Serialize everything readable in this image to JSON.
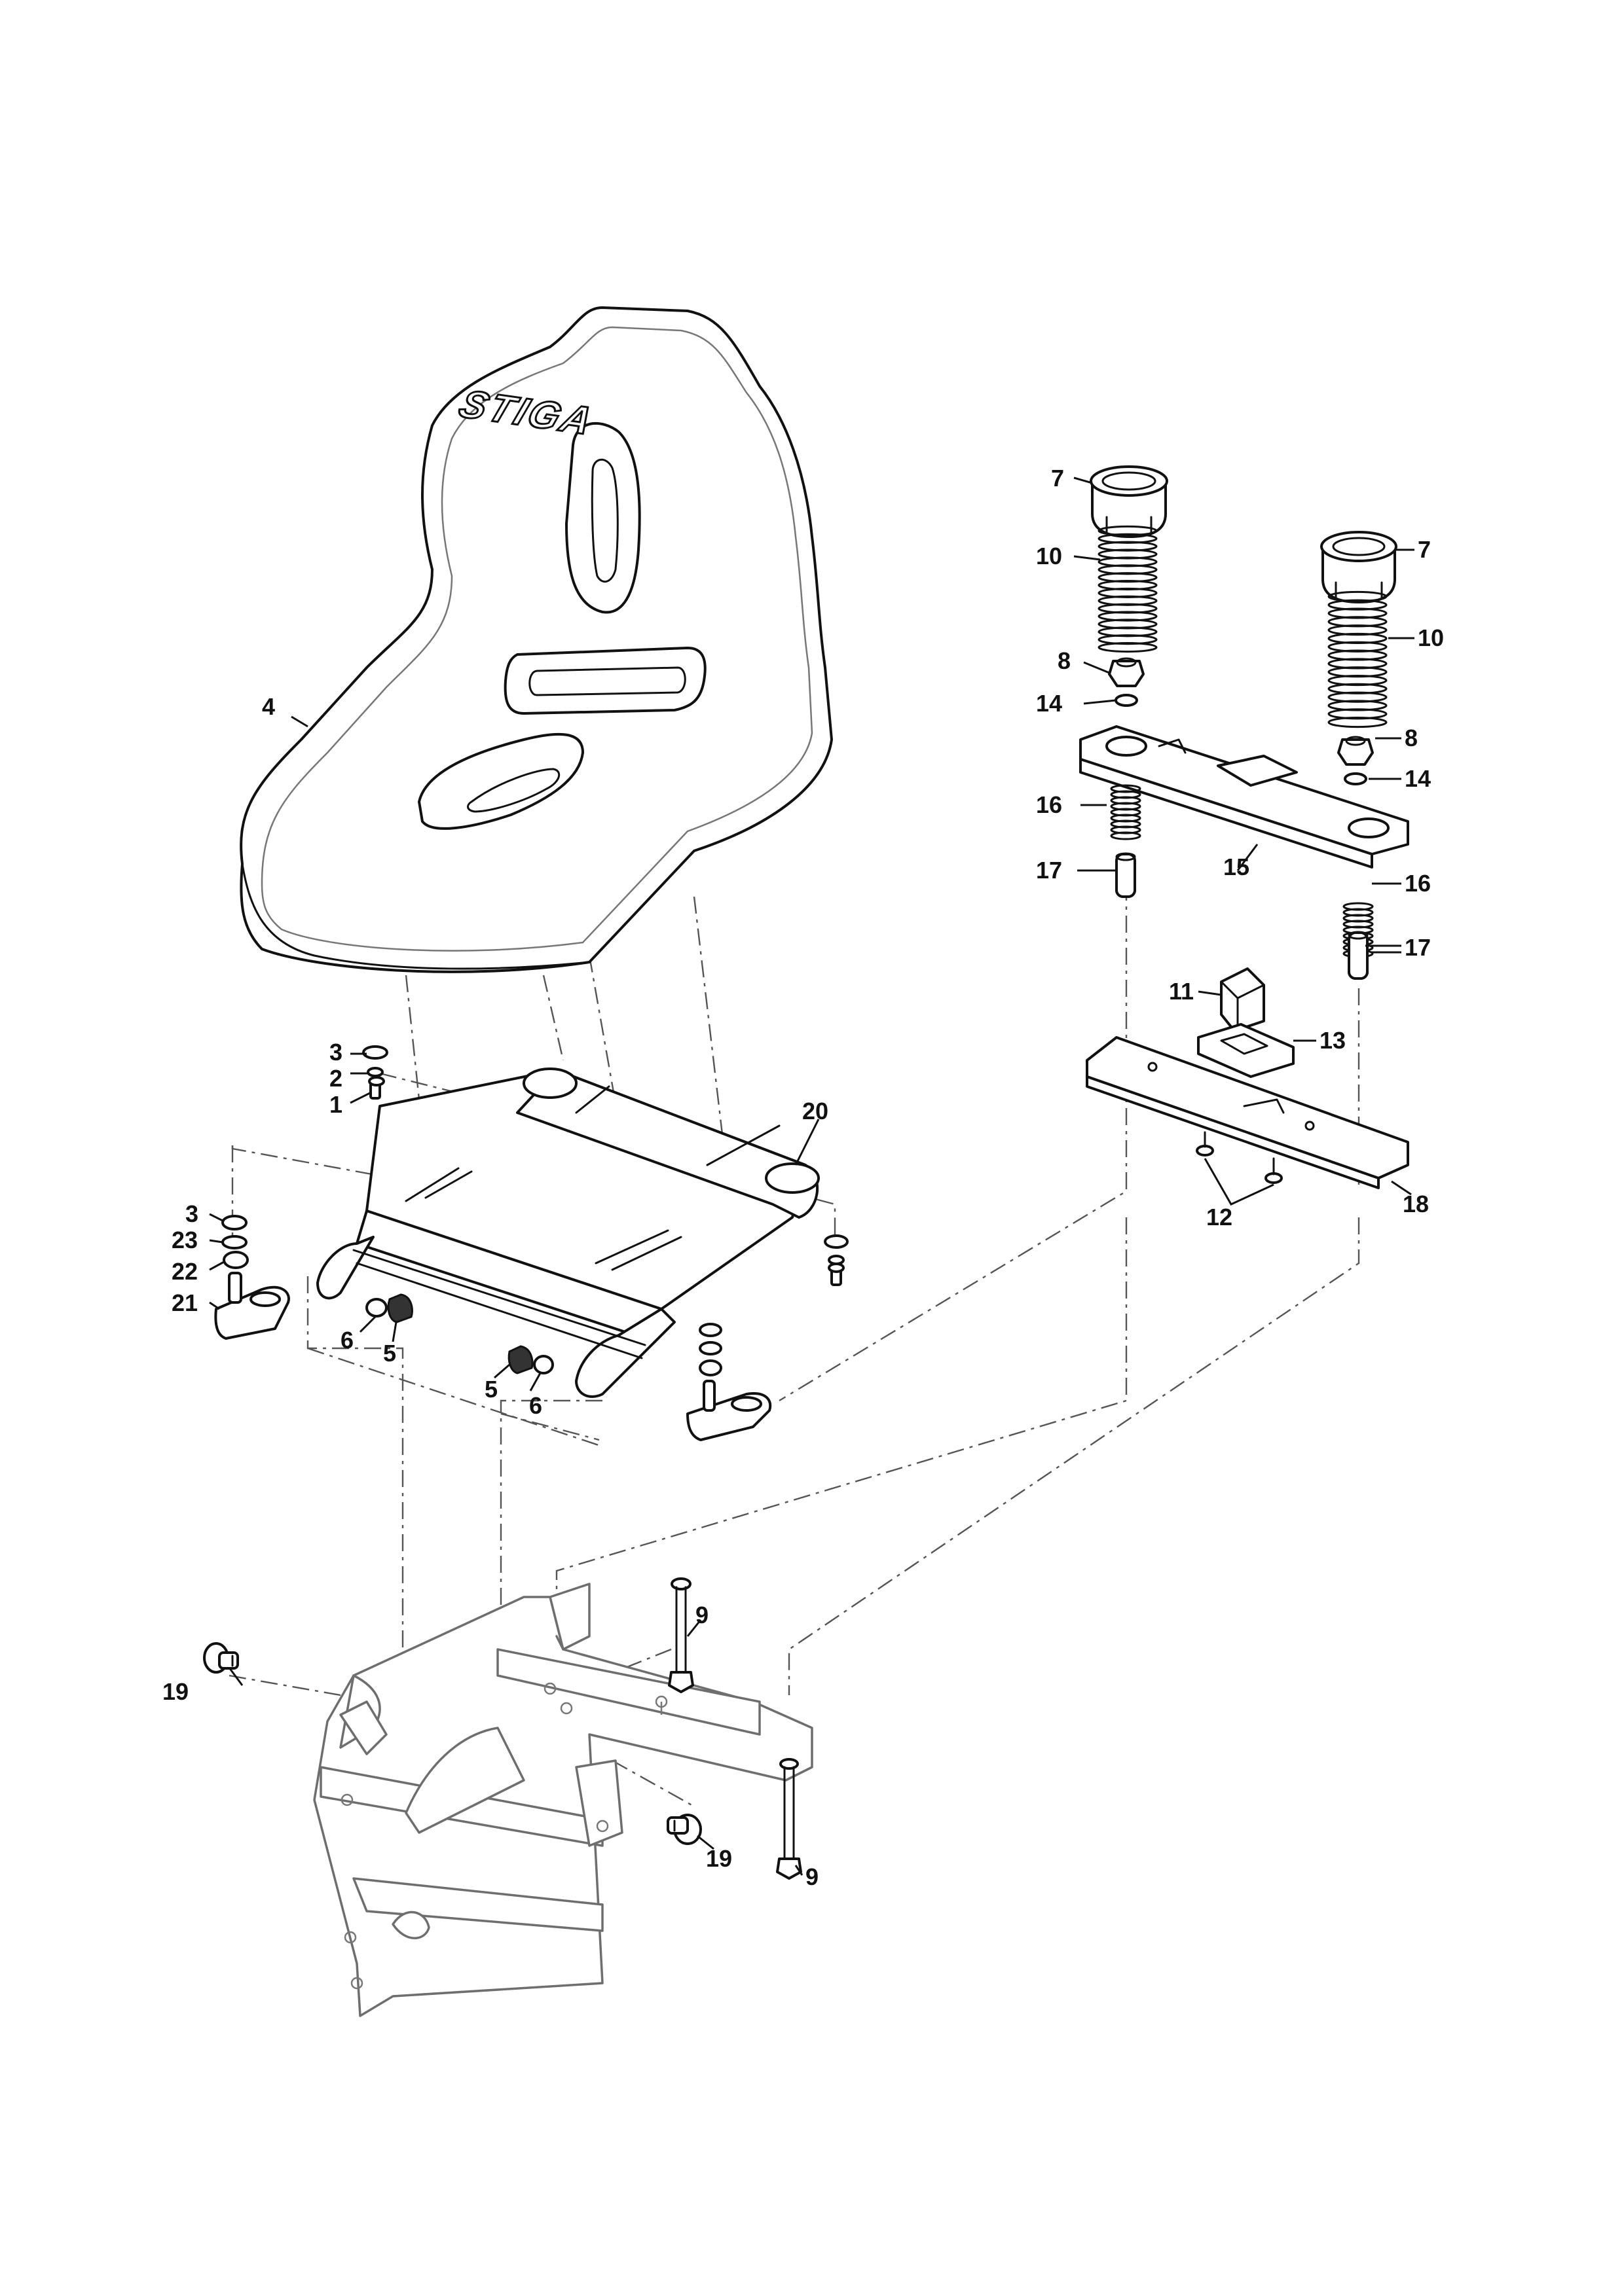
{
  "diagram": {
    "brand_logo": "STIGA",
    "callouts": [
      {
        "id": "c1",
        "label": "1"
      },
      {
        "id": "c2",
        "label": "2"
      },
      {
        "id": "c3a",
        "label": "3"
      },
      {
        "id": "c3b",
        "label": "3"
      },
      {
        "id": "c4",
        "label": "4"
      },
      {
        "id": "c5a",
        "label": "5"
      },
      {
        "id": "c5b",
        "label": "5"
      },
      {
        "id": "c6a",
        "label": "6"
      },
      {
        "id": "c6b",
        "label": "6"
      },
      {
        "id": "c7a",
        "label": "7"
      },
      {
        "id": "c7b",
        "label": "7"
      },
      {
        "id": "c8a",
        "label": "8"
      },
      {
        "id": "c8b",
        "label": "8"
      },
      {
        "id": "c9a",
        "label": "9"
      },
      {
        "id": "c9b",
        "label": "9"
      },
      {
        "id": "c10a",
        "label": "10"
      },
      {
        "id": "c10b",
        "label": "10"
      },
      {
        "id": "c11",
        "label": "11"
      },
      {
        "id": "c12",
        "label": "12"
      },
      {
        "id": "c13",
        "label": "13"
      },
      {
        "id": "c14a",
        "label": "14"
      },
      {
        "id": "c14b",
        "label": "14"
      },
      {
        "id": "c15",
        "label": "15"
      },
      {
        "id": "c16a",
        "label": "16"
      },
      {
        "id": "c16b",
        "label": "16"
      },
      {
        "id": "c17a",
        "label": "17"
      },
      {
        "id": "c17b",
        "label": "17"
      },
      {
        "id": "c18",
        "label": "18"
      },
      {
        "id": "c19a",
        "label": "19"
      },
      {
        "id": "c19b",
        "label": "19"
      },
      {
        "id": "c20",
        "label": "20"
      },
      {
        "id": "c21",
        "label": "21"
      },
      {
        "id": "c22",
        "label": "22"
      },
      {
        "id": "c23",
        "label": "23"
      }
    ]
  }
}
